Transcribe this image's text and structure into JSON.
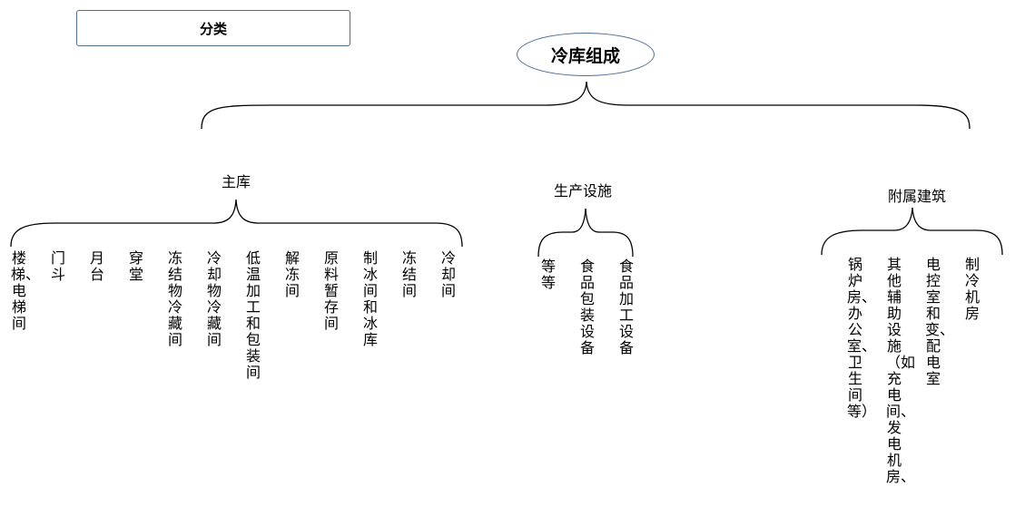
{
  "header_box": {
    "label": "分类"
  },
  "root": {
    "label": "冷库组成"
  },
  "groups": [
    {
      "title": "主库",
      "items": [
        "楼梯、电梯间",
        "门斗",
        "月台",
        "穿堂",
        "冻结物冷藏间",
        "冷却物冷藏间",
        "低温加工和包装间",
        "解冻间",
        "原料暂存间",
        "制冰间和冰库",
        "冻结间",
        "冷却间"
      ]
    },
    {
      "title": "生产设施",
      "items": [
        "等等",
        "食品包装设备",
        "食品加工设备"
      ]
    },
    {
      "title": "附属建筑",
      "items": [
        "锅炉房、办公室、卫生间等）",
        "其他辅助设施（如充电间、发电机房、",
        "电控室和变、配电室",
        "制冷机房"
      ]
    }
  ],
  "colors": {
    "box_border": "#4f6f97",
    "line": "#000000"
  }
}
